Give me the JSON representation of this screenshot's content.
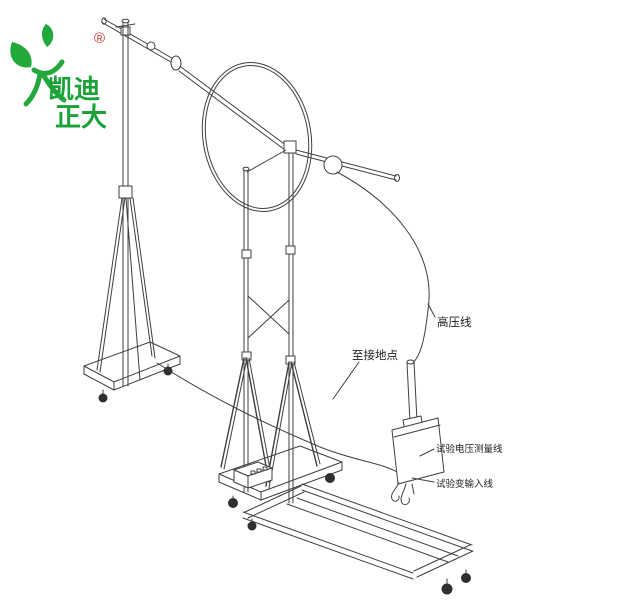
{
  "logo": {
    "name_line1": "凯迪",
    "name_line2": "正大",
    "registered": "®"
  },
  "annotations": {
    "high_voltage_line": "高压线",
    "to_ground_point": "至接地点",
    "test_voltage_measurement_line": "试验电压测量线",
    "test_transformer_input_line": "试验变输入线"
  },
  "colors": {
    "brand_green": "#23a83c",
    "registered_red": "#c3392f",
    "line_color": "#3f3f3f",
    "background": "#ffffff"
  }
}
